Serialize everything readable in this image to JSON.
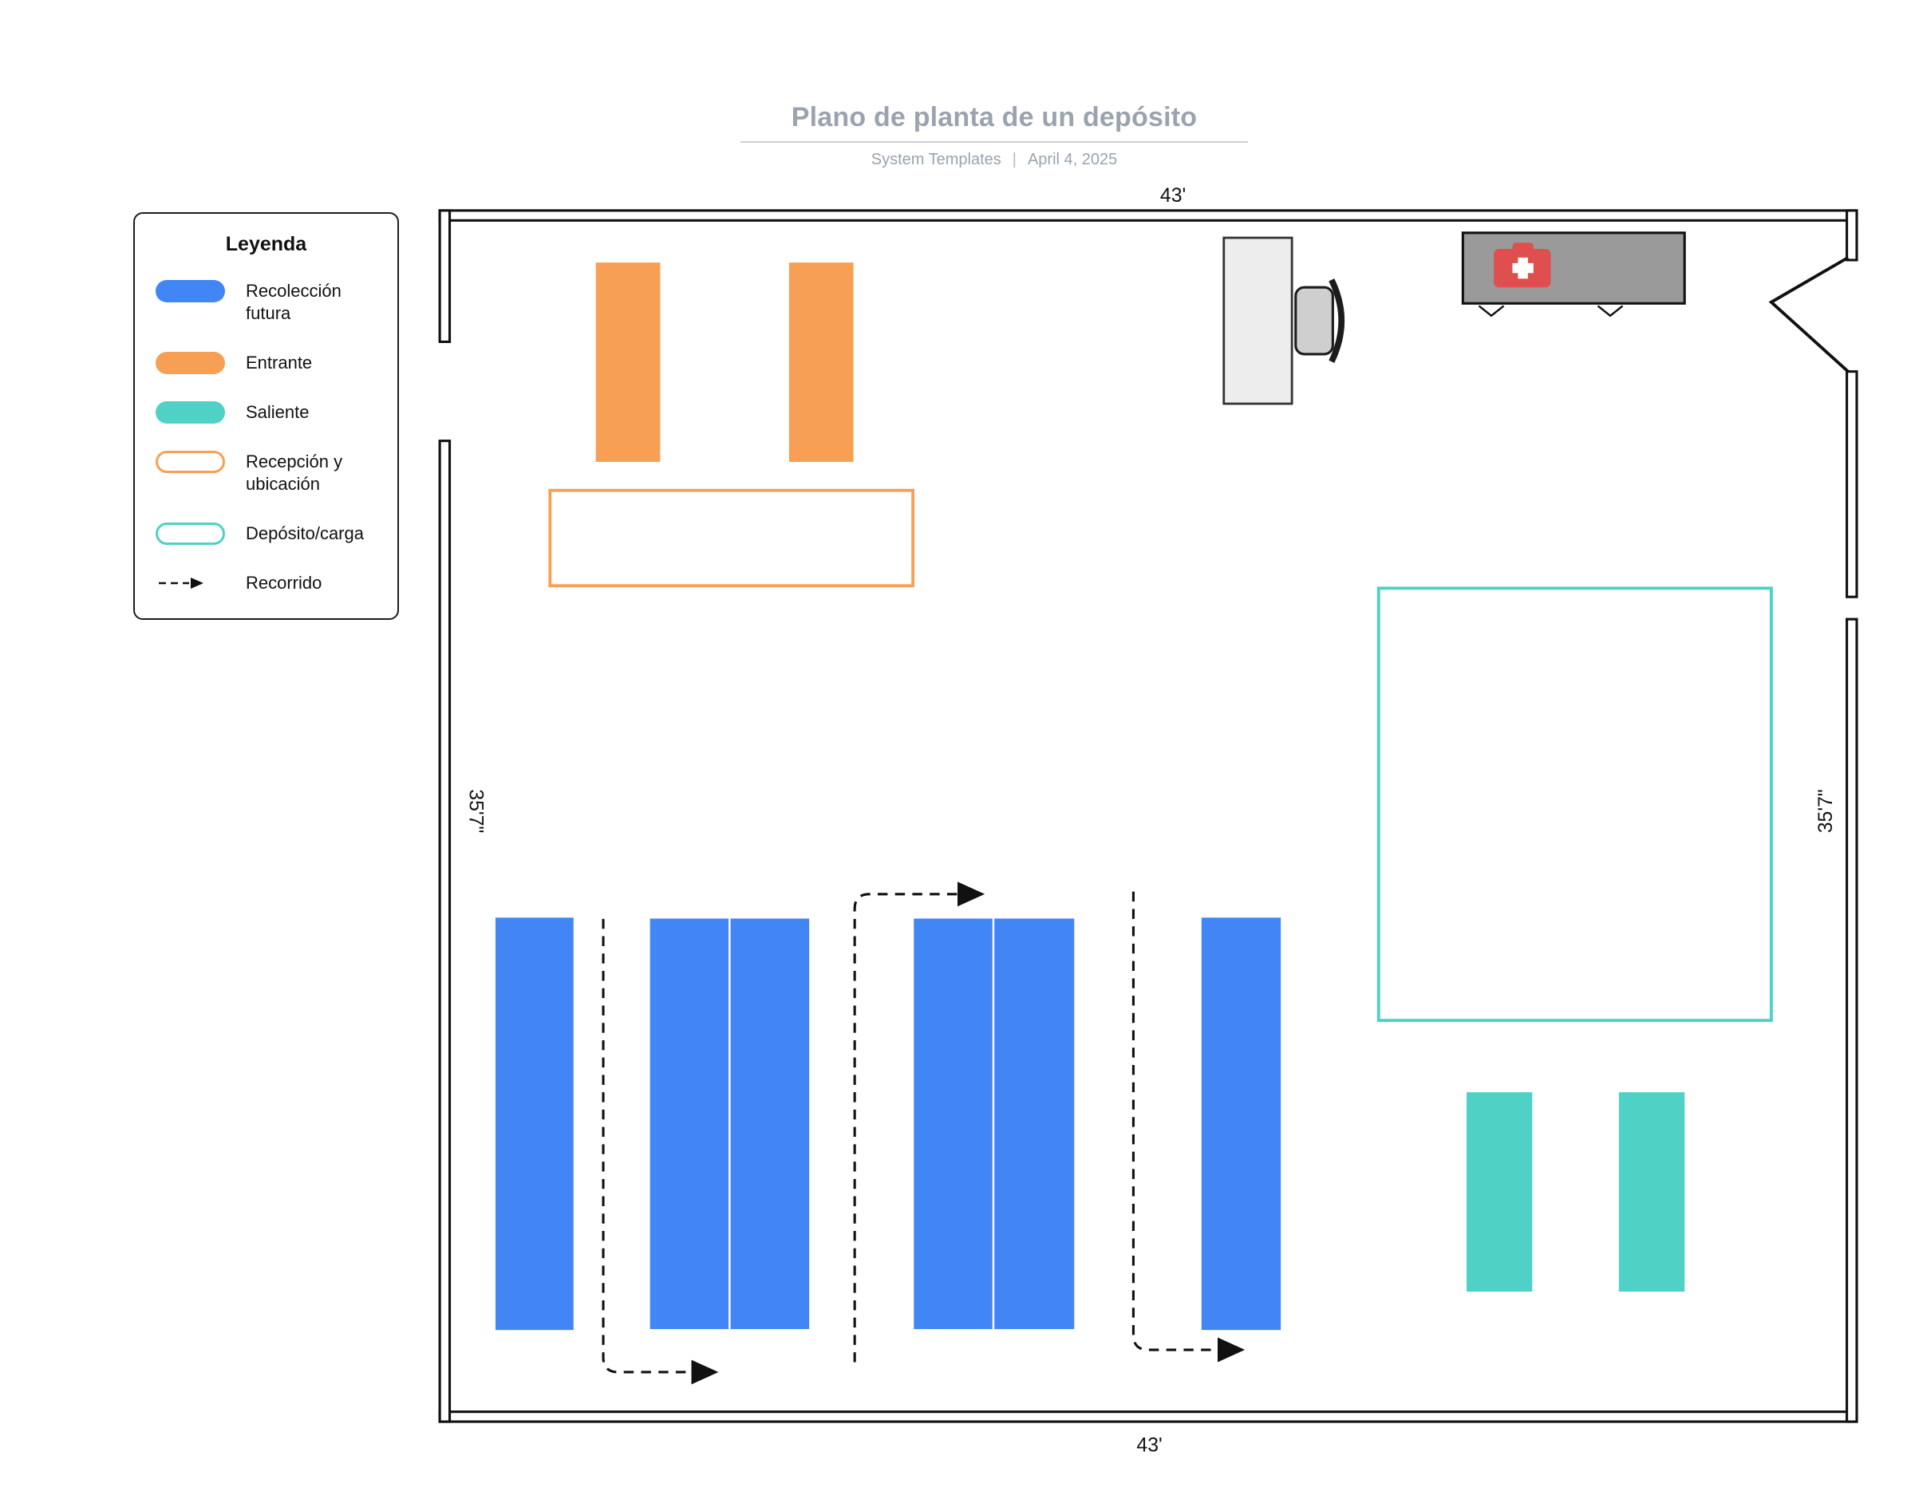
{
  "header": {
    "title": "Plano de planta de un depósito",
    "author": "System Templates",
    "separator": "|",
    "date": "April 4, 2025"
  },
  "legend": {
    "title": "Leyenda",
    "items": [
      {
        "label": "Recolección futura",
        "swatch": "fill-blue"
      },
      {
        "label": "Entrante",
        "swatch": "fill-orange"
      },
      {
        "label": "Saliente",
        "swatch": "fill-teal"
      },
      {
        "label": "Recepción y ubicación",
        "swatch": "outline-orange"
      },
      {
        "label": "Depósito/carga",
        "swatch": "outline-teal"
      },
      {
        "label": "Recorrido",
        "swatch": "dashed-arrow"
      }
    ]
  },
  "floorplan": {
    "dim_top": "43'",
    "dim_bottom": "43'",
    "dim_left": "35'7\"",
    "dim_right": "35'7\""
  },
  "colors": {
    "pick_blue": "#4285f4",
    "inbound_orange": "#f7a055",
    "outbound_teal": "#4fd1c5",
    "reception_outline": "#f7a055",
    "depot_outline": "#4fd1c5",
    "first_aid_red": "#e04f4f",
    "cabinet_gray": "#9a9a9a",
    "desk_gray": "#ededed",
    "title_gray": "#9aa3ae",
    "wall_black": "#111111"
  }
}
